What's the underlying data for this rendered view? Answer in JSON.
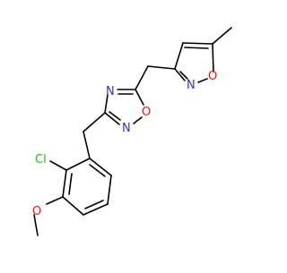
{
  "molecule": {
    "colors": {
      "bond": "#000000",
      "N": "#3333cc",
      "O": "#ff0d0d",
      "Cl": "#1fbf1f",
      "background": "#ffffff"
    },
    "atom_labels": {
      "n_isoxazole": "N",
      "o_isoxazole": "O",
      "n_oxadiazole_top": "N",
      "n_oxadiazole_bottom": "N",
      "o_oxadiazole": "O",
      "cl": "Cl",
      "o_methoxy": "O"
    }
  }
}
